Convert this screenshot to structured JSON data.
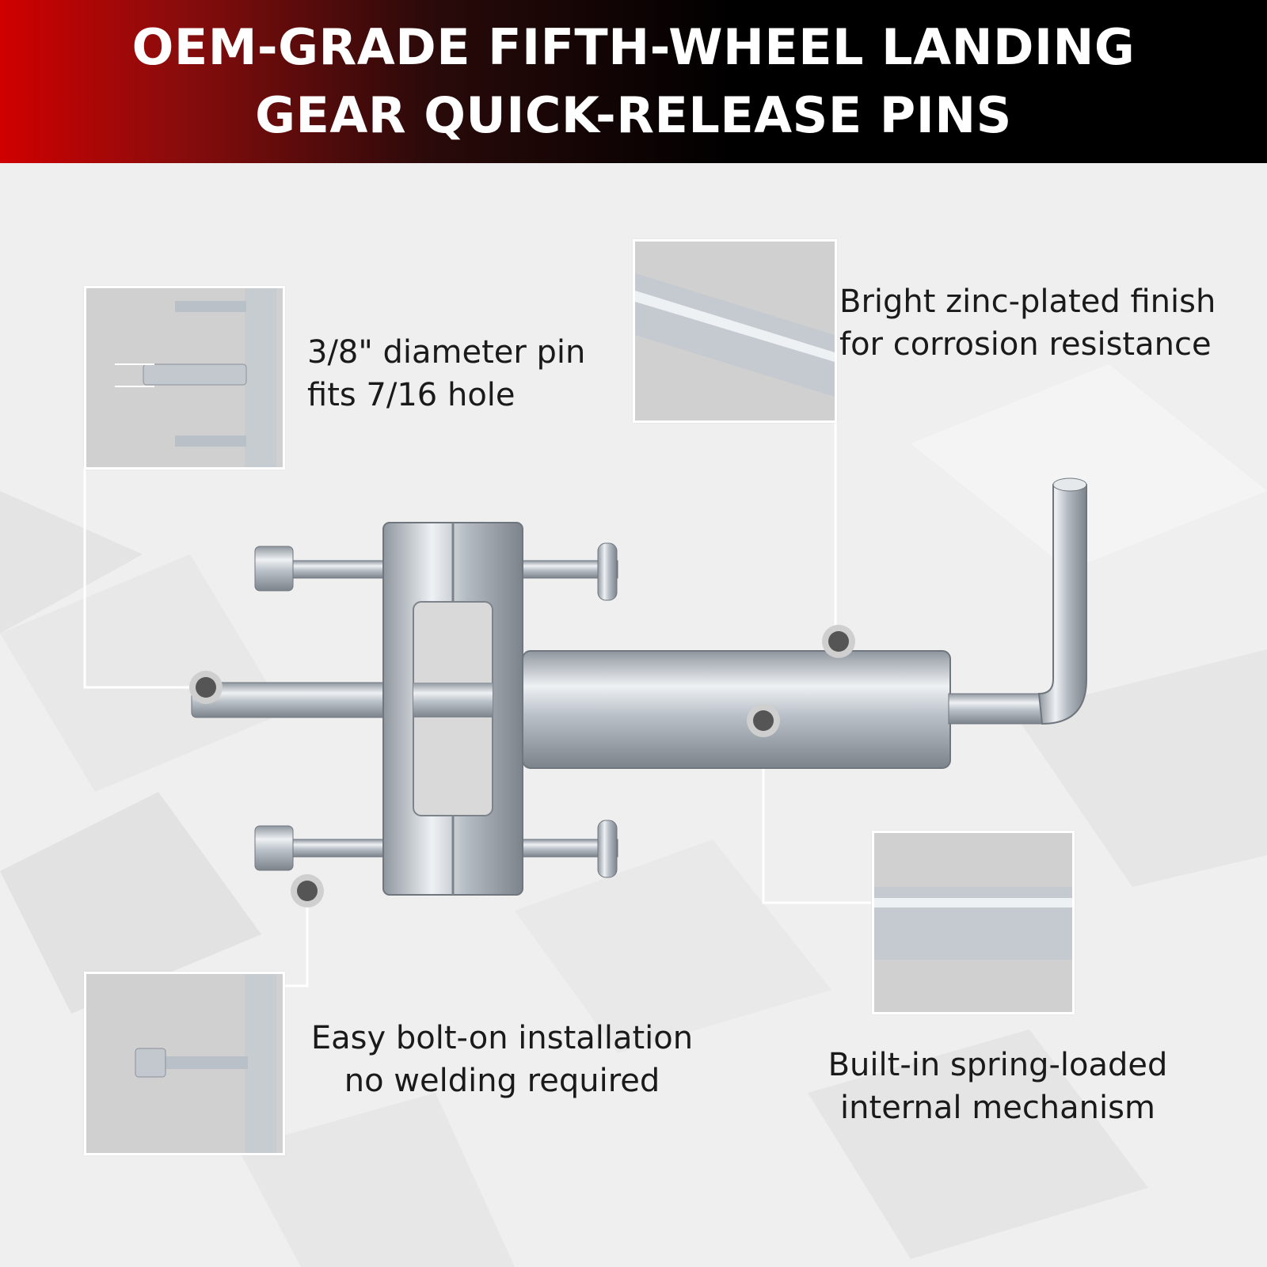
{
  "banner": {
    "title_line_1": "OEM-GRADE FIFTH-WHEEL LANDING",
    "title_line_2": "GEAR QUICK-RELEASE PINS"
  },
  "callouts": [
    {
      "line_1": "3/8\" diameter pin",
      "line_2": "fits 7/16 hole"
    },
    {
      "line_1": "Bright zinc-plated finish",
      "line_2": "for corrosion resistance"
    },
    {
      "line_1": "Easy bolt-on installation",
      "line_2": "no welding required"
    },
    {
      "line_1": "Built-in spring-loaded",
      "line_2": "internal mechanism"
    }
  ],
  "colors": {
    "banner_red": "#d00000",
    "banner_black": "#000000",
    "marker": "#555555",
    "metal": "#c9ced4"
  }
}
